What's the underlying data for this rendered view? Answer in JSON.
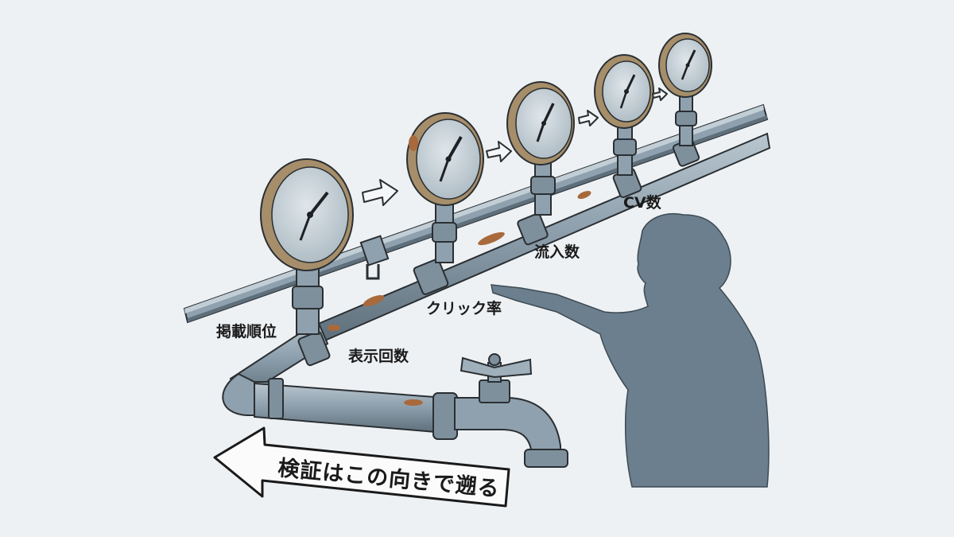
{
  "labels": {
    "display_rank": "掲載順位",
    "impressions": "表示回数",
    "click_rate": "クリック率",
    "inflows": "流入数",
    "cv_count": "CV数"
  },
  "direction_text": "検証はこの向きで遡る",
  "colors": {
    "background": "#eef1f3",
    "pipe": "#8fa1ae",
    "pipe_dark": "#5e6f7b",
    "gauge_rim": "#a68e6a",
    "rust": "#a86a3c",
    "person": "#6b7f8e",
    "outline": "#2a2f33"
  }
}
